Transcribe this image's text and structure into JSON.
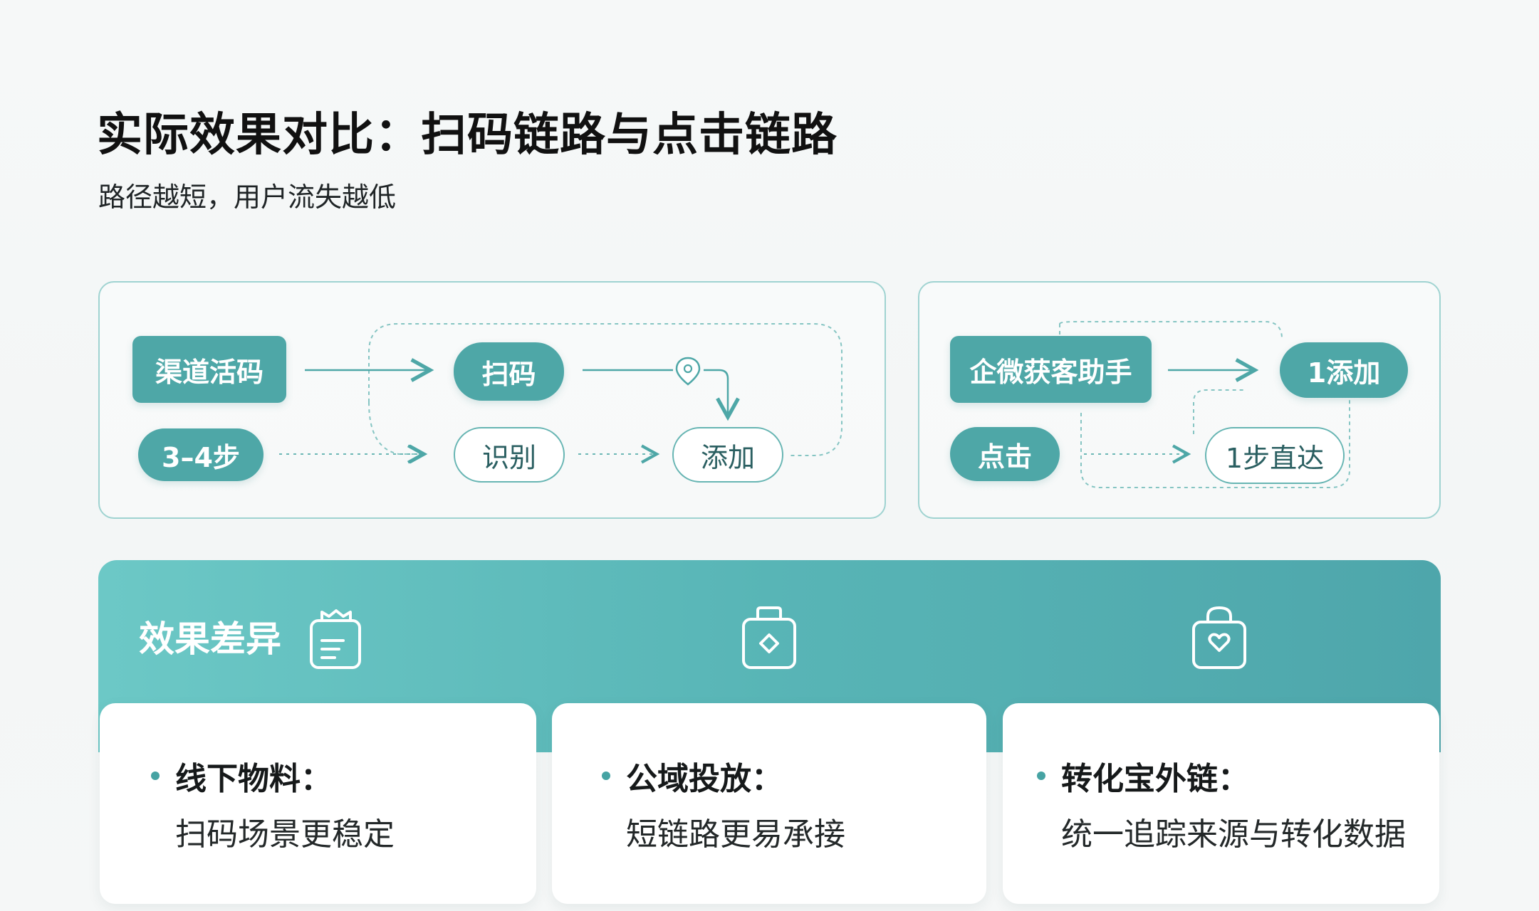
{
  "header": {
    "title": "实际效果对比：扫码链路与点击链路",
    "subtitle": "路径越短，用户流失越低"
  },
  "scan_flow": {
    "channel_code": "渠道活码",
    "steps": "3–4步",
    "scan": "扫码",
    "recognize": "识别",
    "add": "添加"
  },
  "click_flow": {
    "assistant": "企微获客助手",
    "click": "点击",
    "add_one": "1添加",
    "direct": "1步直达"
  },
  "effects": {
    "title": "效果差异",
    "cards": [
      {
        "title": "线下物料：",
        "desc": "扫码场景更稳定"
      },
      {
        "title": "公域投放：",
        "desc": "短链路更易承接"
      },
      {
        "title": "转化宝外链：",
        "desc": "统一追踪来源与转化数据"
      }
    ]
  },
  "colors": {
    "accent": "#4ea7a7",
    "banner_start": "#6cc8c6",
    "banner_end": "#4ea6ab",
    "panel_border": "#9fd3d1"
  },
  "icons": [
    "location-pin-icon",
    "document-gift-icon",
    "bag-diamond-icon",
    "bag-heart-icon"
  ]
}
